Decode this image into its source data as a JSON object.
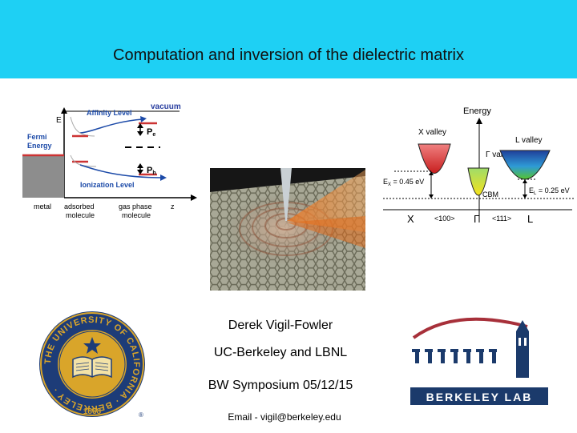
{
  "slide": {
    "title": "Computation and inversion of the dielectric matrix",
    "author": "Derek Vigil-Fowler",
    "affiliation": "UC-Berkeley and LBNL",
    "event": "BW Symposium 05/12/15",
    "email": "Email - vigil@berkeley.edu"
  },
  "energy_diagram": {
    "axis_e": "E",
    "vacuum": "vacuum",
    "affinity": "Affinity Level",
    "fermi_1": "Fermi",
    "fermi_2": "Energy",
    "pe": "P",
    "pe_sub": "e",
    "ph": "P",
    "ph_sub": "h",
    "ionization": "Ionization Level",
    "metal": "metal",
    "adsorbed_1": "adsorbed",
    "adsorbed_2": "molecule",
    "gas_1": "gas phase",
    "gas_2": "molecule",
    "axis_z": "z"
  },
  "band_diagram": {
    "energy": "Energy",
    "x_valley": "X valley",
    "gamma_valley": "Γ valley",
    "l_valley": "L valley",
    "ex": "E",
    "ex_sub": "X",
    "ex_val": " = 0.45 eV",
    "el": "E",
    "el_sub": "L",
    "el_val": " = 0.25 eV",
    "cbm": "CBM",
    "x_label": "X",
    "d100": "<100>",
    "gamma": "Γ",
    "d111": "<111>",
    "l_label": "L"
  },
  "seal": {
    "ring_text": "THE UNIVERSITY OF CALIFORNIA · BERKELEY ·",
    "year": "1868",
    "reg": "®"
  },
  "lab_logo": {
    "name": "BERKELEY LAB"
  },
  "colors": {
    "header": "#1ed0f4",
    "seal_blue": "#1d3c78",
    "seal_gold": "#d9a52a",
    "lab_red": "#a7303a",
    "lab_navy": "#1b3a6b"
  }
}
